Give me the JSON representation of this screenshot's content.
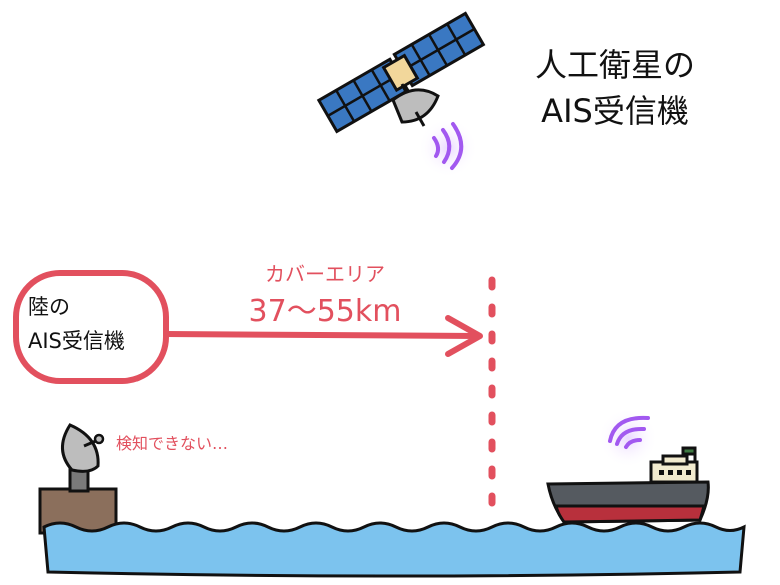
{
  "satellite": {
    "label_line1": "人工衛星の",
    "label_line2": "AIS受信機"
  },
  "land_station": {
    "label_line1": "陸の",
    "label_line2": "AIS受信機",
    "status_text": "検知できない…"
  },
  "coverage": {
    "title": "カバーエリア",
    "range": "37〜55km"
  },
  "colors": {
    "accent_red": "#e2505e",
    "sea": "#7cc3ee",
    "signal_purple": "#a259f0",
    "panel_blue": "#3a78c2"
  }
}
